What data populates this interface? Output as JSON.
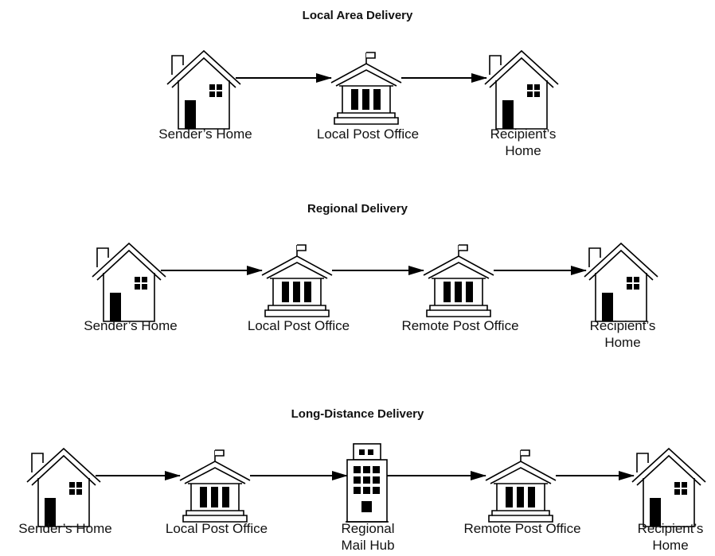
{
  "rows": [
    {
      "title": "Local Area Delivery",
      "nodes": [
        {
          "type": "house",
          "label": [
            "Sender’s Home"
          ]
        },
        {
          "type": "post-office",
          "label": [
            "Local Post Office"
          ]
        },
        {
          "type": "house",
          "label": [
            "Recipient’s",
            "Home"
          ]
        }
      ]
    },
    {
      "title": "Regional Delivery",
      "nodes": [
        {
          "type": "house",
          "label": [
            "Sender’s Home"
          ]
        },
        {
          "type": "post-office",
          "label": [
            "Local Post Office"
          ]
        },
        {
          "type": "post-office",
          "label": [
            "Remote Post Office"
          ]
        },
        {
          "type": "house",
          "label": [
            "Recipient’s",
            "Home"
          ]
        }
      ]
    },
    {
      "title": "Long-Distance Delivery",
      "nodes": [
        {
          "type": "house",
          "label": [
            "Sender’s Home"
          ]
        },
        {
          "type": "post-office",
          "label": [
            "Local Post Office"
          ]
        },
        {
          "type": "mail-hub",
          "label": [
            "Regional",
            "Mail Hub"
          ]
        },
        {
          "type": "post-office",
          "label": [
            "Remote Post Office"
          ]
        },
        {
          "type": "house",
          "label": [
            "Recipient’s",
            "Home"
          ]
        }
      ]
    }
  ]
}
